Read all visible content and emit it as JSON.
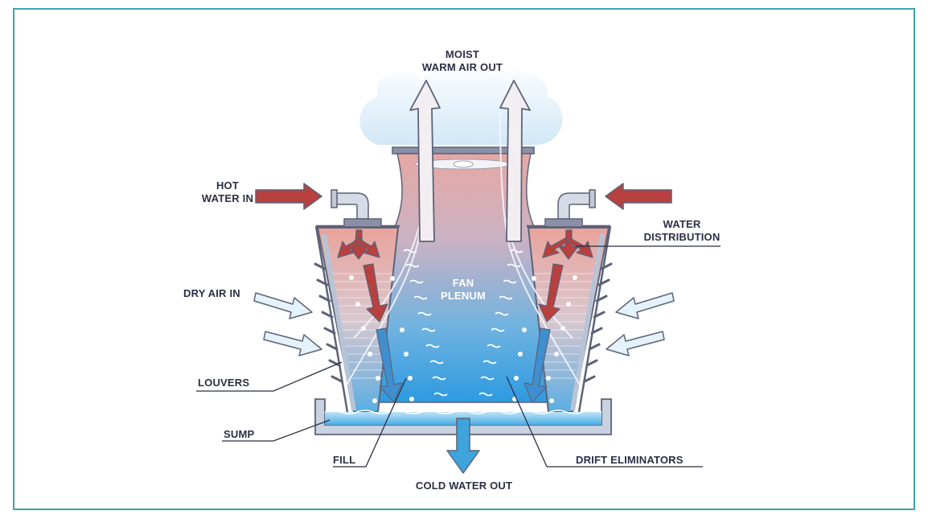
{
  "labels": {
    "moist_warm_air_out_1": "MOIST",
    "moist_warm_air_out_2": "WARM AIR OUT",
    "hot_water_in_1": "HOT",
    "hot_water_in_2": "WATER IN",
    "water_distribution_1": "WATER",
    "water_distribution_2": "DISTRIBUTION",
    "dry_air_in": "DRY AIR IN",
    "fan_plenum_1": "FAN",
    "fan_plenum_2": "PLENUM",
    "louvers": "LOUVERS",
    "sump": "SUMP",
    "fill": "FILL",
    "drift_eliminators": "DRIFT ELIMINATORS",
    "cold_water_out": "COLD WATER OUT"
  },
  "colors": {
    "frame_border": "#3aa6a8",
    "label_text": "#2b2f45",
    "hot_arrow": "#b8403e",
    "air_arrow": "#e4f2fb",
    "water_blue": "#3fa3dc",
    "warm_pink": "#e8a6a0",
    "tower_outline": "#5c6378"
  }
}
